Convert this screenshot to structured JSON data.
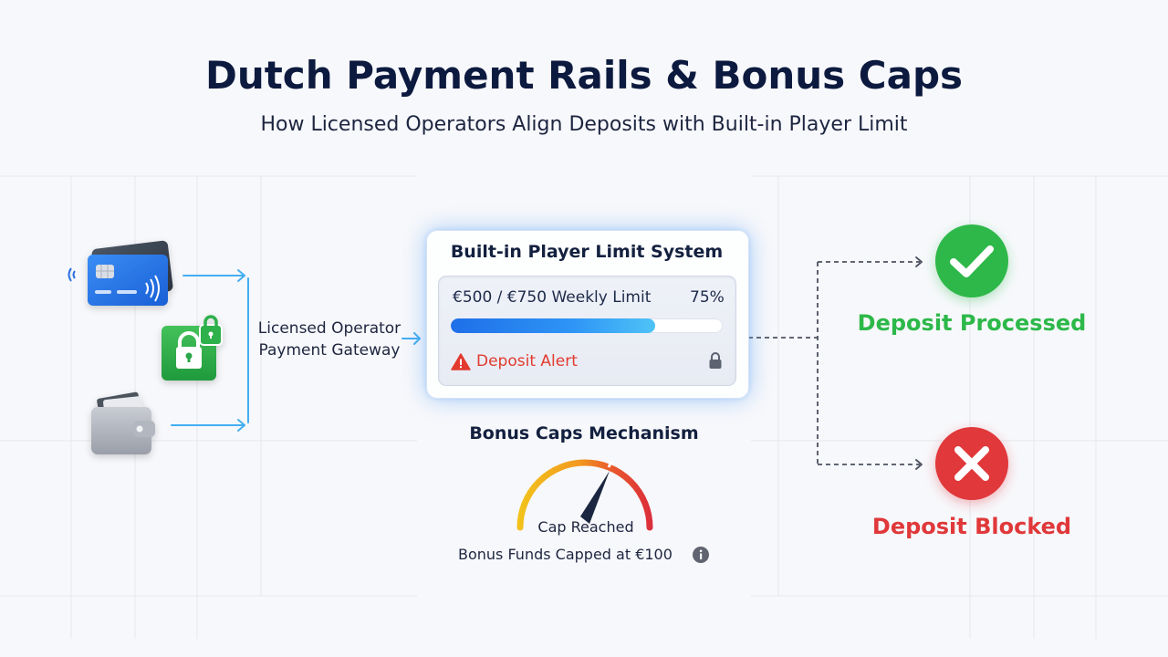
{
  "title": "Dutch Payment Rails & Bonus Caps",
  "subtitle": "How Licensed Operators Align Deposits with Built-in Player Limit",
  "sources": [
    {
      "icon": "credit-card-icon"
    },
    {
      "icon": "secure-payment-lock-icon"
    },
    {
      "icon": "wallet-icon"
    }
  ],
  "gateway": {
    "line1": "Licensed Operator",
    "line2": "Payment Gateway"
  },
  "limit_system": {
    "title": "Built-in Player Limit System",
    "limit_text": "€500 / €750 Weekly Limit",
    "percent_text": "75%",
    "progress": 0.75,
    "alert_text": "Deposit Alert",
    "alert_icon": "warning-icon",
    "lock_icon": "lock-icon"
  },
  "bonus": {
    "title": "Bonus Caps Mechanism",
    "gauge_label": "Cap Reached",
    "capped_text": "Bonus Funds Capped at €100",
    "info_icon": "info-icon"
  },
  "outcomes": {
    "processed": {
      "label": "Deposit Processed",
      "icon": "checkmark-icon",
      "color": "#2db84a"
    },
    "blocked": {
      "label": "Deposit Blocked",
      "icon": "x-icon",
      "color": "#e0383a"
    }
  },
  "colors": {
    "accent_blue": "#2e8ef0",
    "alert_red": "#e23a2f",
    "title_navy": "#0d1a3f"
  }
}
